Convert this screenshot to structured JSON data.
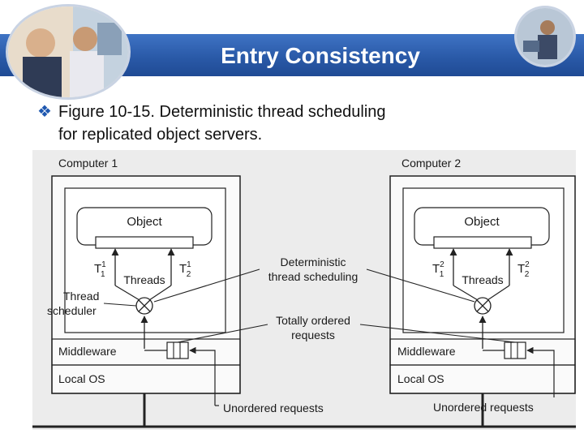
{
  "slide": {
    "title": "Entry Consistency",
    "bullet_line1": "Figure 10-15. Deterministic thread scheduling",
    "bullet_line2": "for replicated object servers.",
    "bullet_icon": "diamond-bullet-icon"
  },
  "diagram": {
    "computer1_label": "Computer 1",
    "computer2_label": "Computer 2",
    "object_label": "Object",
    "threads_label": "Threads",
    "thread_t": "T",
    "thread1_sup": "1",
    "thread1_sub": "1",
    "thread2_sup": "1",
    "thread2_sub": "2",
    "c2_thread1_sup": "2",
    "c2_thread1_sub": "1",
    "c2_thread2_sup": "2",
    "c2_thread2_sub": "2",
    "thread_scheduler_line1": "Thread",
    "thread_scheduler_line2": "scheduler",
    "middleware_label": "Middleware",
    "local_os_label": "Local OS",
    "deterministic_line1": "Deterministic",
    "deterministic_line2": "thread scheduling",
    "totally_ordered_line1": "Totally ordered",
    "totally_ordered_line2": "requests",
    "unordered_requests_label": "Unordered requests"
  }
}
